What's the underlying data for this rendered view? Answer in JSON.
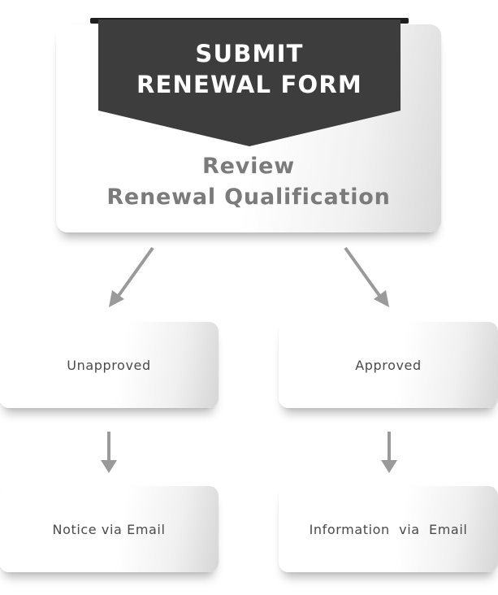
{
  "top_box": {
    "banner_line1": "SUBMIT",
    "banner_line2": "RENEWAL FORM",
    "review_line1": "Review",
    "review_line2": "Renewal Qualification"
  },
  "branches": {
    "left": {
      "status": "Unapproved",
      "result": "Notice via Email"
    },
    "right": {
      "status": "Approved",
      "result": "Information  via  Email"
    }
  },
  "colors": {
    "banner": "#3d3d3d",
    "banner_strip": "#1f1f1f",
    "review_text": "#7b7b7b",
    "card_text": "#4a4a4a",
    "arrow": "#9a9a9a"
  }
}
